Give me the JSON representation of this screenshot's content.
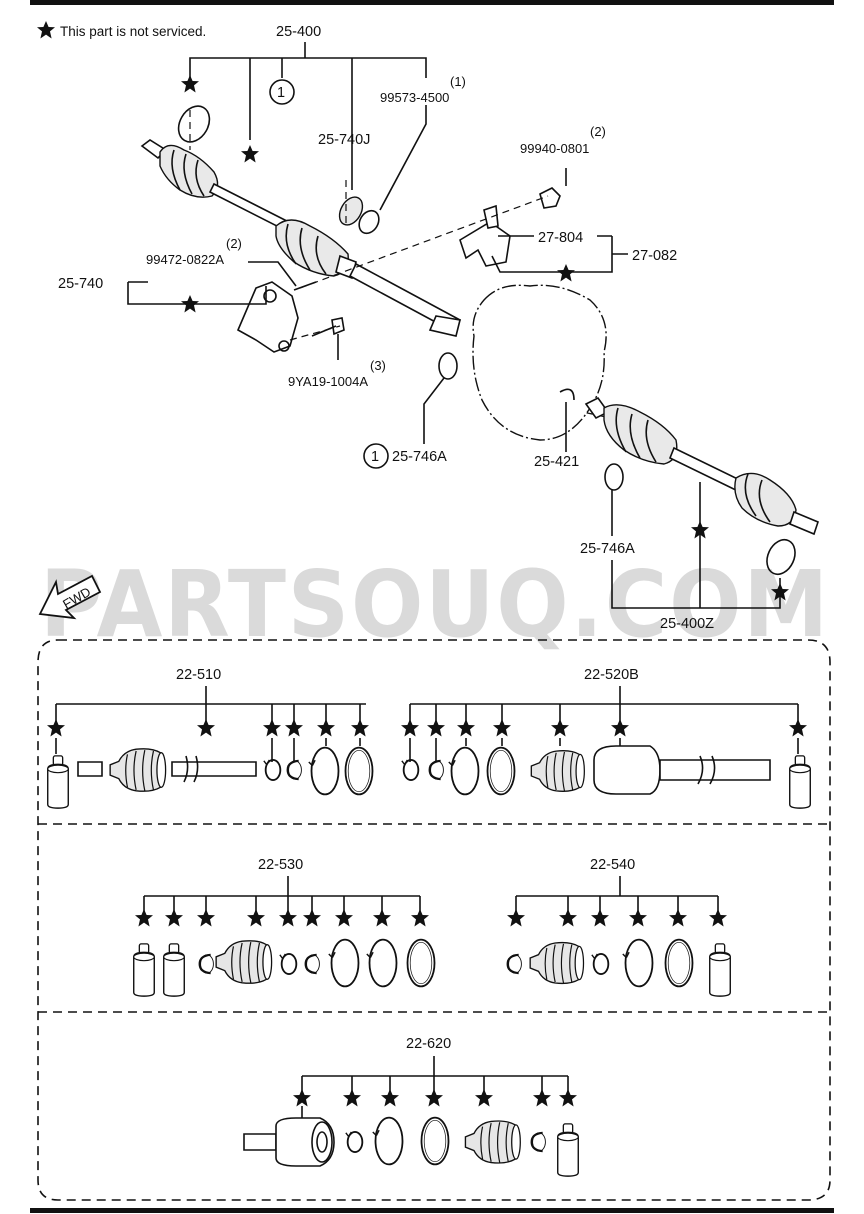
{
  "note": {
    "star": "★",
    "text": "This part is not serviced."
  },
  "watermark": "PARTSOUQ.COM",
  "fwd": "FWD",
  "callouts": {
    "c25_400": "25-400",
    "c99573_qty": "(1)",
    "c99573": "99573-4500",
    "c25_740J": "25-740J",
    "c99940_qty": "(2)",
    "c99940": "99940-0801",
    "c27_804": "27-804",
    "c27_082": "27-082",
    "c99472_qty": "(2)",
    "c99472": "99472-0822A",
    "c25_740": "25-740",
    "c9YA19_qty": "(3)",
    "c9YA19": "9YA19-1004A",
    "c25_746A_left": "25-746A",
    "c25_421": "25-421",
    "c25_746A_right": "25-746A",
    "c25_400Z": "25-400Z",
    "circle_ref": "1"
  },
  "kits": {
    "k22_510": "22-510",
    "k22_520B": "22-520B",
    "k22_530": "22-530",
    "k22_540": "22-540",
    "k22_620": "22-620"
  }
}
